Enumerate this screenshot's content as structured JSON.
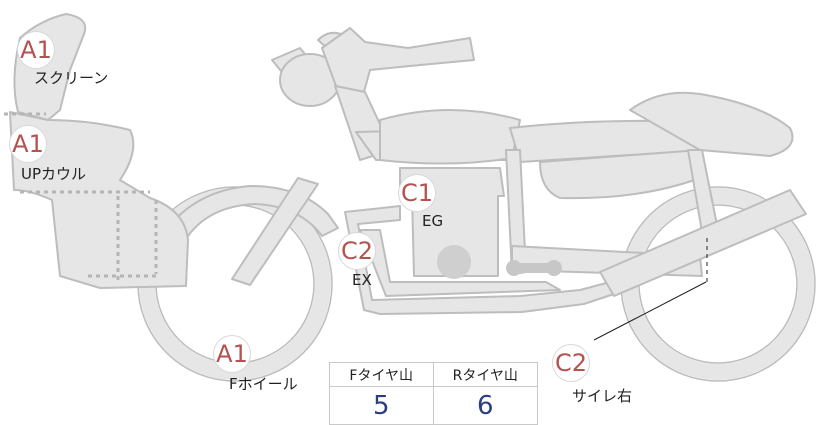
{
  "labels": {
    "screen": {
      "grade": "A1",
      "text": "スクリーン"
    },
    "upper_cowl": {
      "grade": "A1",
      "text": "UPカウル"
    },
    "front_wheel": {
      "grade": "A1",
      "text": "Fホイール"
    },
    "engine": {
      "grade": "C1",
      "text": "EG"
    },
    "exhaust": {
      "grade": "C2",
      "text": "EX"
    },
    "silencer_right": {
      "grade": "C2",
      "text": "サイレ右"
    }
  },
  "tread_table": {
    "front_header": "Fタイヤ山",
    "rear_header": "Rタイヤ山",
    "front_value": "5",
    "rear_value": "6"
  },
  "colors": {
    "body": "#e6e6e6",
    "outline": "#bdbdbd",
    "grade": "#b5524f",
    "value": "#2b3f7e"
  }
}
